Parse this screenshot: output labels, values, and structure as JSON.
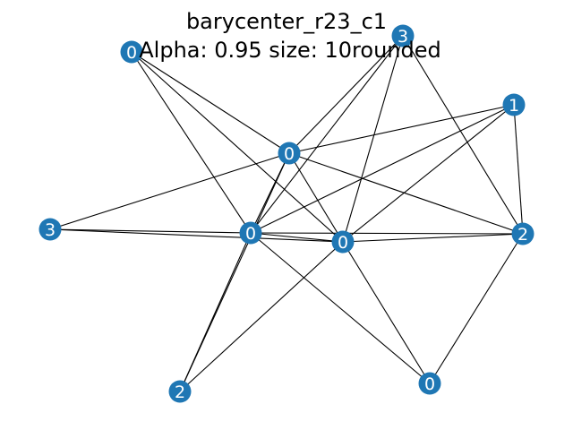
{
  "title": {
    "line1": "barycenter_r23_c1",
    "line2": "Alpha: 0.95 size: 10rounded"
  },
  "colors": {
    "background": "#ffffff",
    "node_fill": "#1f77b4",
    "node_label": "#ffffff",
    "edge": "#000000",
    "title": "#000000"
  },
  "graph": {
    "nodes": [
      {
        "id": "n0",
        "label": "0"
      },
      {
        "id": "n1",
        "label": "3"
      },
      {
        "id": "n2",
        "label": "1"
      },
      {
        "id": "n3",
        "label": "0"
      },
      {
        "id": "n4",
        "label": "3"
      },
      {
        "id": "n5",
        "label": "0"
      },
      {
        "id": "n6",
        "label": "0"
      },
      {
        "id": "n7",
        "label": "2"
      },
      {
        "id": "n8",
        "label": "2"
      },
      {
        "id": "n9",
        "label": "0"
      }
    ],
    "edges": [
      [
        "n0",
        "n3"
      ],
      [
        "n0",
        "n5"
      ],
      [
        "n0",
        "n6"
      ],
      [
        "n1",
        "n3"
      ],
      [
        "n1",
        "n5"
      ],
      [
        "n1",
        "n6"
      ],
      [
        "n1",
        "n7"
      ],
      [
        "n2",
        "n3"
      ],
      [
        "n2",
        "n5"
      ],
      [
        "n2",
        "n6"
      ],
      [
        "n2",
        "n7"
      ],
      [
        "n3",
        "n4"
      ],
      [
        "n3",
        "n5"
      ],
      [
        "n3",
        "n6"
      ],
      [
        "n3",
        "n7"
      ],
      [
        "n3",
        "n8"
      ],
      [
        "n4",
        "n5"
      ],
      [
        "n4",
        "n6"
      ],
      [
        "n5",
        "n6"
      ],
      [
        "n5",
        "n7"
      ],
      [
        "n5",
        "n8"
      ],
      [
        "n5",
        "n9"
      ],
      [
        "n6",
        "n7"
      ],
      [
        "n6",
        "n8"
      ],
      [
        "n6",
        "n9"
      ],
      [
        "n7",
        "n9"
      ]
    ]
  }
}
